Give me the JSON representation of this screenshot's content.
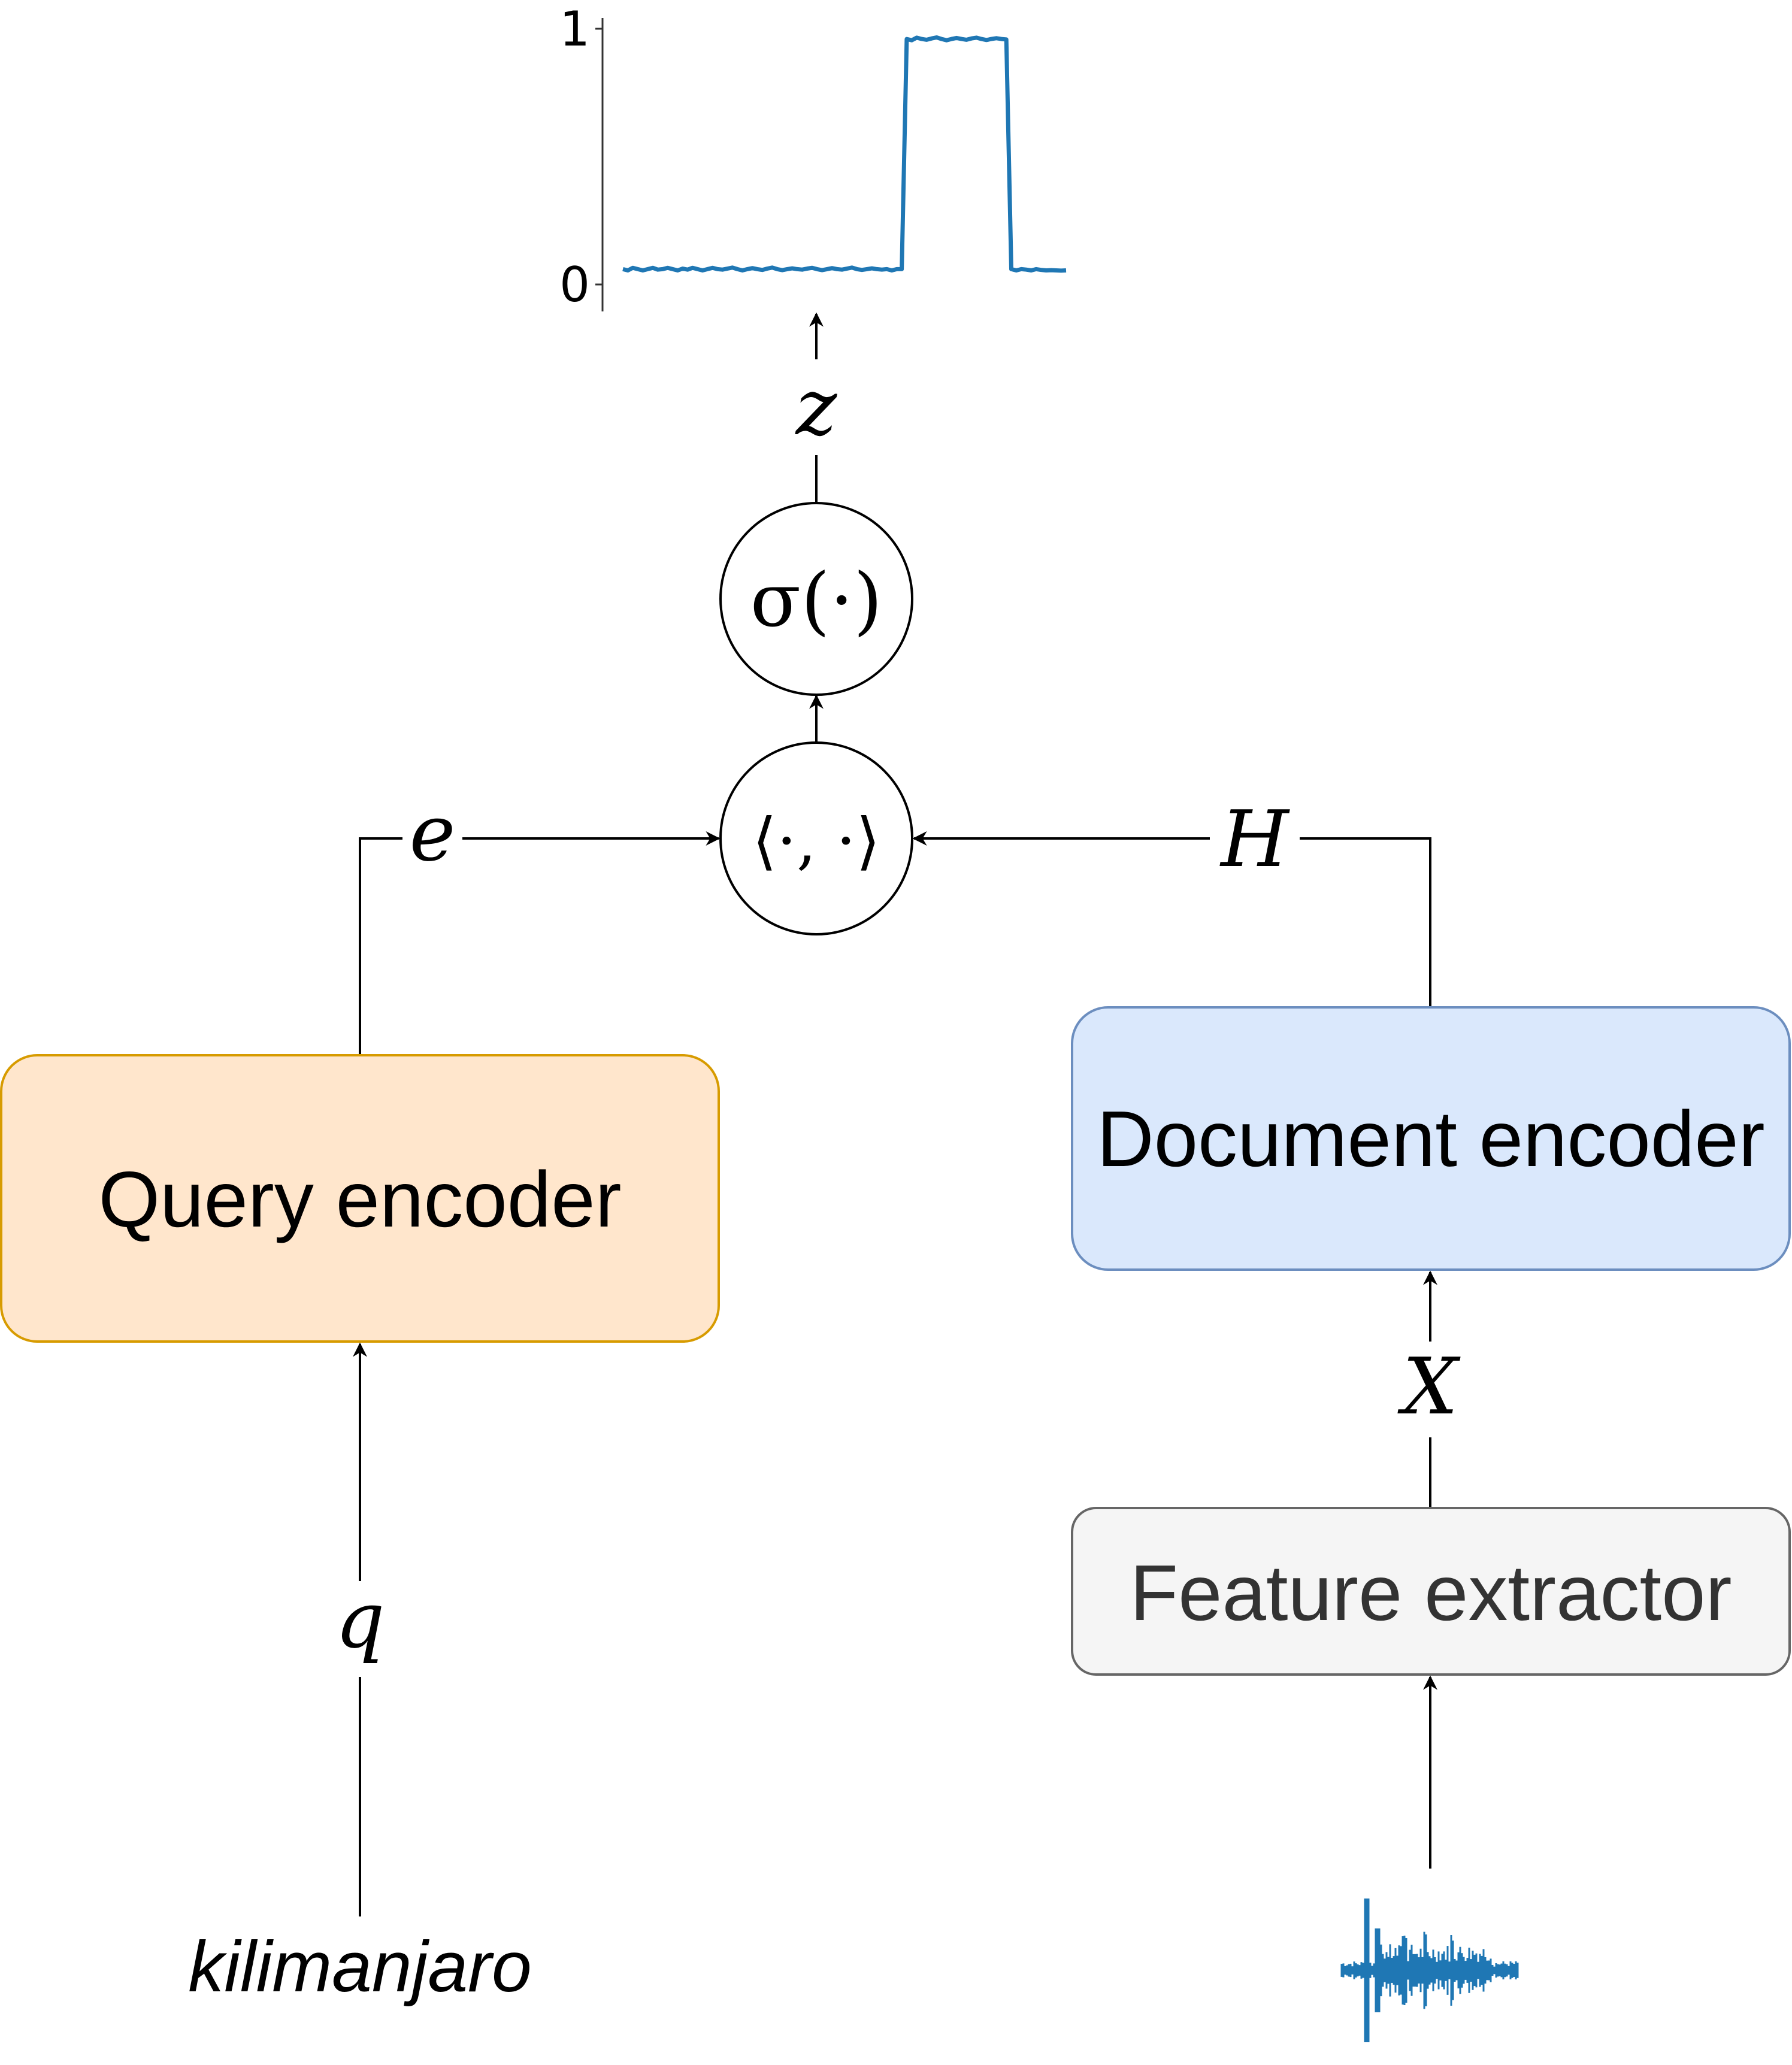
{
  "query_encoder": {
    "label": "Query encoder",
    "fill": "#ffe6cc",
    "stroke": "#d79b00"
  },
  "document_encoder": {
    "label": "Document encoder",
    "fill": "#dae8fc",
    "stroke": "#6c8ebf"
  },
  "feature_extractor": {
    "label": "Feature extractor",
    "fill": "#f5f5f5",
    "stroke": "#666666"
  },
  "symbols": {
    "q": "q",
    "e": "e",
    "H": "H",
    "X": "X",
    "z": "z",
    "inner_product": "⟨·, ·⟩",
    "sigmoid": "σ(·)"
  },
  "query_text": "kilimanjaro",
  "audio_icon": "waveform-icon",
  "chart_data": {
    "type": "line",
    "x": [
      0,
      1,
      2,
      3,
      4,
      5,
      6,
      7,
      8,
      9,
      10,
      11,
      12,
      13,
      14,
      15,
      16,
      17,
      18,
      19,
      20,
      21,
      22,
      23,
      24,
      25,
      26,
      27,
      28,
      29,
      30,
      31,
      32,
      33,
      34,
      35,
      36,
      37,
      38,
      39,
      40,
      41,
      42,
      43,
      44,
      45,
      46,
      47,
      48,
      49,
      50,
      51,
      52,
      53,
      54,
      55,
      56,
      57,
      58,
      59,
      60,
      61,
      62,
      63,
      64,
      65,
      66,
      67,
      68,
      69,
      70,
      71,
      72,
      73,
      74,
      75,
      76,
      77,
      78,
      79,
      80,
      81,
      82,
      83,
      84,
      85,
      86,
      87,
      88,
      89
    ],
    "series": [
      {
        "color": "#1f77b4",
        "values": [
          0.06,
          0.055,
          0.065,
          0.06,
          0.055,
          0.06,
          0.065,
          0.058,
          0.06,
          0.065,
          0.06,
          0.055,
          0.062,
          0.058,
          0.065,
          0.06,
          0.055,
          0.06,
          0.065,
          0.06,
          0.058,
          0.062,
          0.066,
          0.06,
          0.055,
          0.06,
          0.064,
          0.06,
          0.057,
          0.062,
          0.066,
          0.06,
          0.056,
          0.06,
          0.063,
          0.06,
          0.058,
          0.062,
          0.065,
          0.06,
          0.056,
          0.06,
          0.064,
          0.06,
          0.058,
          0.062,
          0.066,
          0.06,
          0.057,
          0.06,
          0.063,
          0.06,
          0.058,
          0.06,
          0.055,
          0.06,
          0.06,
          0.96,
          0.955,
          0.965,
          0.96,
          0.957,
          0.962,
          0.966,
          0.96,
          0.955,
          0.96,
          0.964,
          0.96,
          0.957,
          0.962,
          0.965,
          0.96,
          0.956,
          0.96,
          0.963,
          0.96,
          0.958,
          0.06,
          0.055,
          0.06,
          0.058,
          0.055,
          0.06,
          0.057,
          0.055,
          0.056,
          0.055,
          0.054,
          0.055
        ]
      }
    ],
    "yticks": [
      "0",
      "1"
    ],
    "ylim": [
      0,
      1
    ]
  }
}
